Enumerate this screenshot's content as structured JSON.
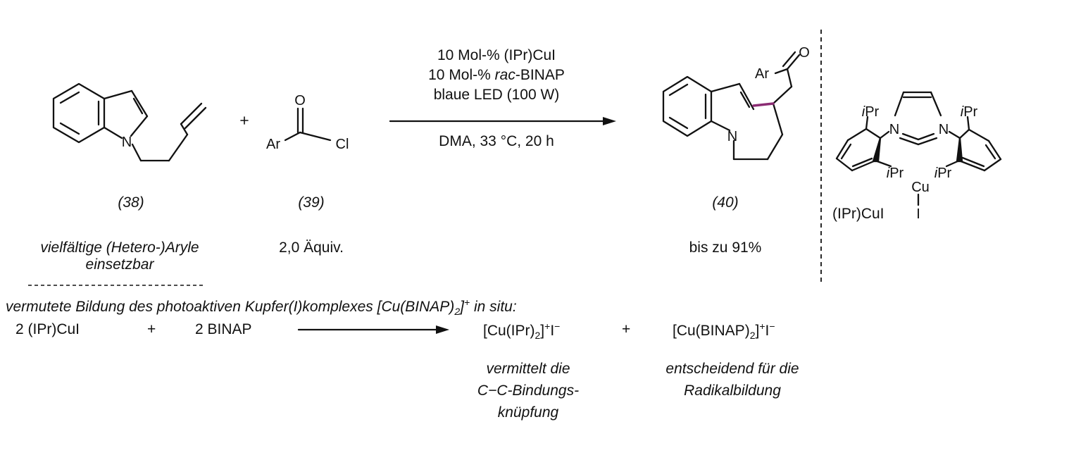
{
  "conditions": {
    "line1": "10 Mol-% (IPr)CuI",
    "line2_pre": "10 Mol-% ",
    "line2_it": "rac",
    "line2_post": "-BINAP",
    "line3": "blaue LED (100 W)",
    "line4": "DMA, 33 °C, 20 h"
  },
  "compounds": {
    "c38": {
      "number": "(38)",
      "note_line1": "vielfältige (Hetero-)Aryle",
      "note_line2": "einsetzbar"
    },
    "c39": {
      "number": "(39)",
      "note": "2,0 Äquiv."
    },
    "c40": {
      "number": "(40)",
      "yield": "bis zu 91%"
    }
  },
  "complex": {
    "name": "(IPr)CuI"
  },
  "atom_labels": [
    {
      "name": "atom-n-38",
      "text": "N",
      "italic": false
    },
    {
      "name": "atom-o-39",
      "text": "O",
      "italic": false
    },
    {
      "name": "atom-ar-39",
      "text": "Ar",
      "italic": false
    },
    {
      "name": "atom-cl-39",
      "text": "Cl",
      "italic": false
    },
    {
      "name": "atom-ar-40",
      "text": "Ar",
      "italic": false
    },
    {
      "name": "atom-o-40",
      "text": "O",
      "italic": false
    },
    {
      "name": "atom-n-40",
      "text": "N",
      "italic": false
    },
    {
      "name": "atom-n-left-ipr",
      "text": "N",
      "italic": false
    },
    {
      "name": "atom-n-right-ipr",
      "text": "N",
      "italic": false
    },
    {
      "name": "atom-cu",
      "text": "Cu",
      "italic": false
    },
    {
      "name": "atom-i",
      "text": "I",
      "italic": false
    },
    {
      "name": "substituent-ipr-top-left",
      "text": "iPr",
      "italic": true
    },
    {
      "name": "substituent-ipr-top-right",
      "text": "iPr",
      "italic": true
    },
    {
      "name": "substituent-ipr-bottom-left",
      "text": "iPr",
      "italic": true
    },
    {
      "name": "substituent-ipr-bottom-right",
      "text": "iPr",
      "italic": true
    }
  ],
  "insitu": {
    "heading_pre": "vermutete Bildung des photoaktiven Kupfer(I)komplexes [Cu(BINAP)",
    "heading_post": " in situ:",
    "reactant1": "2 (IPr)CuI",
    "plus": "+",
    "reactant2": "2 BINAP",
    "product1_pre": "[Cu(IPr)",
    "product2_pre": "[Cu(BINAP)",
    "note1": [
      "vermittelt die",
      "C−C-Bindungs-",
      "knüpfung"
    ],
    "note2": [
      "entscheidend für die",
      "Radikalbildung"
    ]
  }
}
